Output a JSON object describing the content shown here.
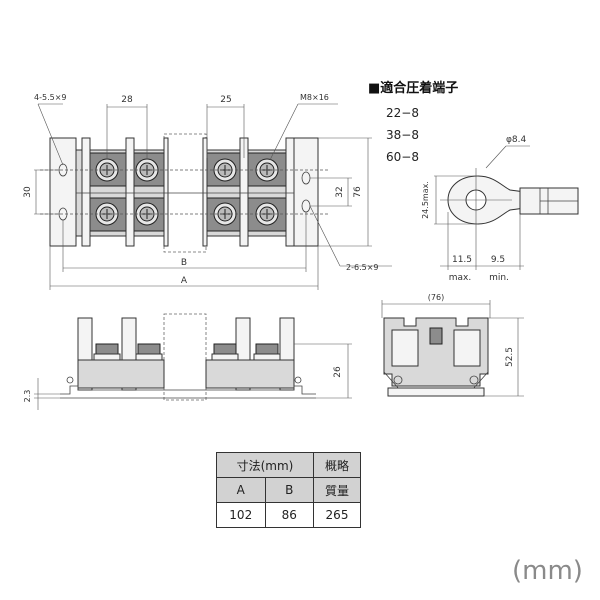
{
  "top_view": {
    "hole_note_left": "4-5.5×9",
    "pitch_28": "28",
    "pitch_25": "25",
    "screw_size": "M8×16",
    "height_30": "30",
    "height_32": "32",
    "height_76": "76",
    "dim_b": "B",
    "dim_a": "A",
    "hole_note_right": "2-6.5×9"
  },
  "terminal_info": {
    "heading": "■適合圧着端子",
    "items": [
      "22−8",
      "38−8",
      "60−8"
    ],
    "diameter": "φ8.4",
    "height": "24.5max.",
    "width_a": "11.5",
    "width_a_sub": "max.",
    "width_b": "9.5",
    "width_b_sub": "min."
  },
  "side_view": {
    "dim_23": "2.3",
    "dim_26": "26"
  },
  "end_view": {
    "dim_76": "(76)",
    "dim_525": "52.5"
  },
  "spec_table": {
    "header_dims": "寸法(mm)",
    "header_weight": "概略",
    "col_a": "A",
    "col_b": "B",
    "col_weight": "質量",
    "value_a": "102",
    "value_b": "86",
    "value_weight": "265"
  },
  "unit": "(mm)"
}
